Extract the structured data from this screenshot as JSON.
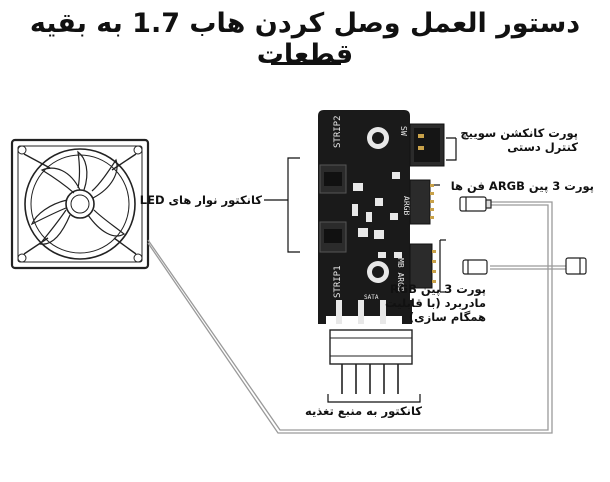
{
  "title": "دستور العمل وصل کردن هاب 1.7 به بقیه قطعات",
  "labels": {
    "switch_port": [
      "پورت کانکشن سوییچ",
      "کنترل دستی"
    ],
    "fan_argb": [
      "پورت 3 پین ARGB فن ها"
    ],
    "led_connector": [
      "کانکتور نوار های LED"
    ],
    "mb_rgb": [
      "پورت 3 پین RGB",
      "مادربرد (با قابلیت",
      "همگام سازی)"
    ],
    "power": [
      "کانکتور به منبع تغذیه"
    ]
  },
  "board_silkscreen": {
    "strip2": "STRIP2",
    "strip1": "STRIP1",
    "sw": "SW",
    "argb": "ARGB",
    "mb_argb": "MB ARGB",
    "sata": "SATA"
  },
  "colors": {
    "pcb": "#1a1a1a",
    "header": "#2b2b2b",
    "pins": "#c9a24a",
    "wire": "#8a8a8a",
    "accent": "#111111"
  }
}
